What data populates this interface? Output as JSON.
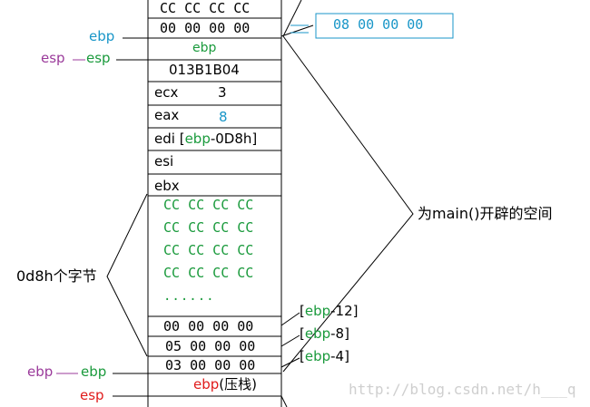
{
  "colors": {
    "line": "#000000",
    "green": "#1a9a3c",
    "cyan": "#1996c8",
    "purple": "#9b3b9b",
    "red": "#e01b1b",
    "watermark": "#cfcfcf"
  },
  "stack": {
    "row_cc_top": "CC CC CC CC",
    "row_saved": "00 00 00 00",
    "row_ebp_label": "ebp",
    "row_return_addr": "013B1B04",
    "row_ecx_name": "ecx",
    "row_ecx_value": "3",
    "row_eax_name": "eax",
    "row_eax_value": "8",
    "row_edi_name": "edi",
    "row_edi_bracket_open": "[",
    "row_edi_reg": "ebp",
    "row_edi_offset": "-0D8h]",
    "row_esi_name": "esi",
    "row_ebx_name": "ebx",
    "cc_fill": [
      "CC CC CC CC",
      "CC CC CC CC",
      "CC CC CC CC",
      "CC CC CC CC"
    ],
    "ellipsis": "......",
    "row_ebp_12": "00 00 00 00",
    "row_ebp_8": "05 00 00 00",
    "row_ebp_4": "03 00 00 00",
    "row_bottom_reg": "ebp",
    "row_bottom_note": "(压栈)"
  },
  "callout": {
    "value": "08 00 00 00"
  },
  "pointers": {
    "ebp_top": "ebp",
    "esp_outer": "esp",
    "esp_inner": "esp",
    "ebp_bottom_outer": "ebp",
    "ebp_bottom_inner": "ebp",
    "esp_bottom": "esp"
  },
  "offsets": {
    "bracket_open": "[",
    "reg": "ebp",
    "off_12": "-12]",
    "off_8": "-8]",
    "off_4": "-4]"
  },
  "annotations": {
    "main_space": "为main()开辟的空间",
    "bytes_0d8h": "0d8h个字节"
  },
  "watermark": "http://blog.csdn.net/h___q"
}
